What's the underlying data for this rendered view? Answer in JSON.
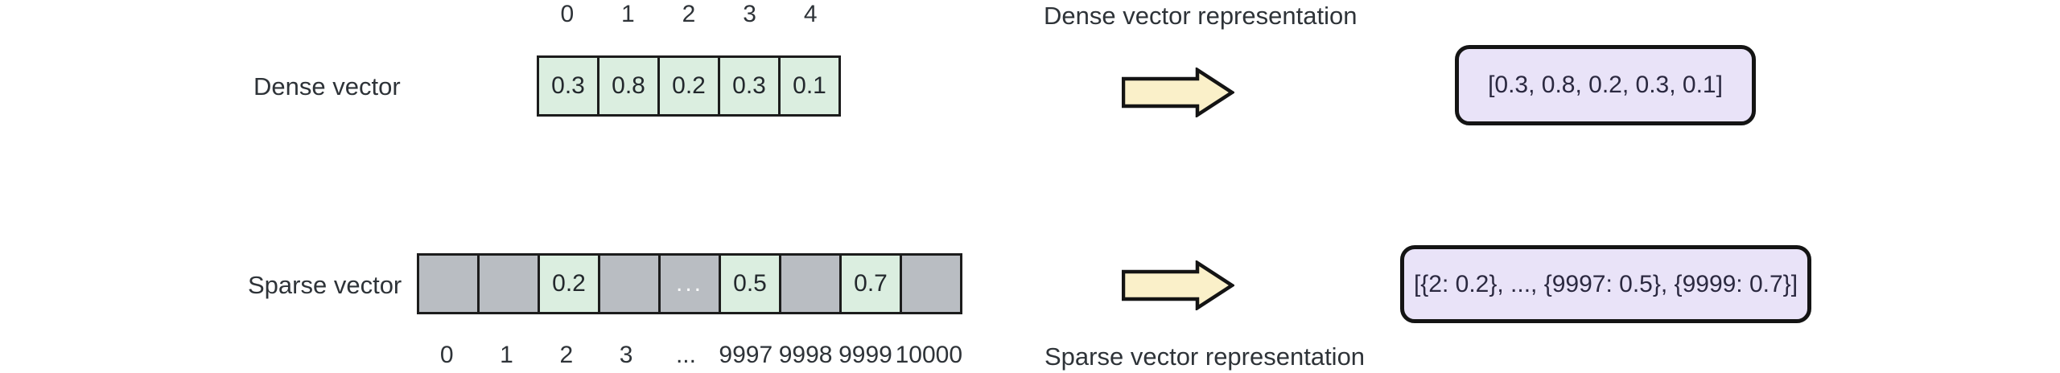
{
  "colors": {
    "background": "#ffffff",
    "text": "#2e3338",
    "cell_green": "#dbeee0",
    "cell_gray": "#b9bdc2",
    "cell_border": "#1c1c1c",
    "arrow_fill": "#faf0c9",
    "arrow_stroke": "#141414",
    "rep_box_fill": "#e9e3f8",
    "rep_box_border": "#141414",
    "ellipsis_dots": "#fdfdfd"
  },
  "dense": {
    "label": "Dense vector",
    "indices": [
      "0",
      "1",
      "2",
      "3",
      "4"
    ],
    "cells": [
      {
        "value": "0.3",
        "type": "green"
      },
      {
        "value": "0.8",
        "type": "green"
      },
      {
        "value": "0.2",
        "type": "green"
      },
      {
        "value": "0.3",
        "type": "green"
      },
      {
        "value": "0.1",
        "type": "green"
      }
    ],
    "representation_title": "Dense vector representation",
    "representation_value": "[0.3, 0.8, 0.2, 0.3, 0.1]"
  },
  "sparse": {
    "label": "Sparse vector",
    "indices": [
      "0",
      "1",
      "2",
      "3",
      "...",
      "9997",
      "9998",
      "9999",
      "10000"
    ],
    "cells": [
      {
        "value": "",
        "type": "gray"
      },
      {
        "value": "",
        "type": "gray"
      },
      {
        "value": "0.2",
        "type": "green"
      },
      {
        "value": "",
        "type": "gray"
      },
      {
        "value": "...",
        "type": "gray-dots"
      },
      {
        "value": "0.5",
        "type": "green"
      },
      {
        "value": "",
        "type": "gray"
      },
      {
        "value": "0.7",
        "type": "green"
      },
      {
        "value": "",
        "type": "gray"
      }
    ],
    "representation_title": "Sparse vector representation",
    "representation_value": "[{2: 0.2}, ..., {9997: 0.5}, {9999: 0.7}]"
  }
}
